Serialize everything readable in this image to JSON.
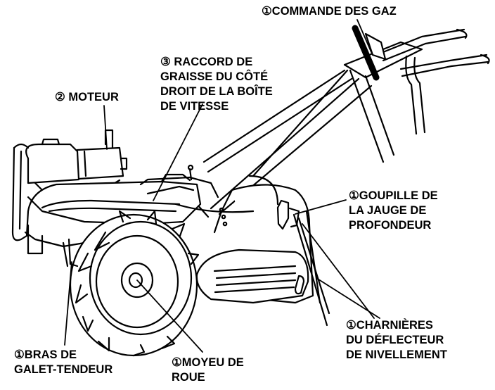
{
  "labels": {
    "throttle": {
      "lines": [
        "①COMMANDE DES GAZ"
      ]
    },
    "grease_fitting": {
      "lines": [
        "③ RACCORD DE",
        "GRAISSE DU CÔTÉ",
        "DROIT DE LA BOÎTE",
        "DE VITESSE"
      ]
    },
    "engine": {
      "lines": [
        "② MOTEUR"
      ]
    },
    "depth_pin": {
      "lines": [
        "①GOUPILLE DE",
        "LA JAUGE DE",
        "PROFONDEUR"
      ]
    },
    "deflector_hinges": {
      "lines": [
        "①CHARNIÈRES",
        "DU DÉFLECTEUR",
        "DE NIVELLEMENT"
      ]
    },
    "idler_arm": {
      "lines": [
        "①BRAS DE",
        "GALET-TENDEUR"
      ]
    },
    "wheel_hub": {
      "lines": [
        "①MOYEU DE",
        "ROUE"
      ]
    }
  },
  "colors": {
    "line": "#000000",
    "background": "#ffffff"
  }
}
